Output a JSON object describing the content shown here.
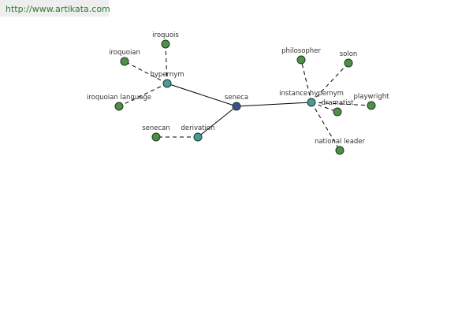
{
  "site_url": "http://www.artikata.com",
  "colors": {
    "leaf": "#4f8f4a",
    "relation": "#4a9a9a",
    "root": "#3a4f8f",
    "url_text": "#2e7d32"
  },
  "graph": {
    "nodes": [
      {
        "id": "seneca",
        "label": "seneca",
        "kind": "root"
      },
      {
        "id": "hypernym",
        "label": "hypernym",
        "kind": "relation"
      },
      {
        "id": "derivation",
        "label": "derivation",
        "kind": "relation"
      },
      {
        "id": "instance_hypernym",
        "label": "instance hypernym",
        "kind": "relation"
      },
      {
        "id": "iroquois",
        "label": "iroquois",
        "kind": "leaf"
      },
      {
        "id": "iroquoian",
        "label": "iroquoian",
        "kind": "leaf"
      },
      {
        "id": "iroquoian_language",
        "label": "iroquoian language",
        "kind": "leaf"
      },
      {
        "id": "senecan",
        "label": "senecan",
        "kind": "leaf"
      },
      {
        "id": "philosopher",
        "label": "philosopher",
        "kind": "leaf"
      },
      {
        "id": "solon",
        "label": "solon",
        "kind": "leaf"
      },
      {
        "id": "dramatist",
        "label": "dramatist",
        "kind": "leaf"
      },
      {
        "id": "playwright",
        "label": "playwright",
        "kind": "leaf"
      },
      {
        "id": "national_leader",
        "label": "national leader",
        "kind": "leaf"
      }
    ],
    "edges": [
      {
        "from": "seneca",
        "to": "hypernym",
        "style": "solid"
      },
      {
        "from": "seneca",
        "to": "derivation",
        "style": "solid"
      },
      {
        "from": "seneca",
        "to": "instance_hypernym",
        "style": "solid"
      },
      {
        "from": "hypernym",
        "to": "iroquois",
        "style": "dashed"
      },
      {
        "from": "hypernym",
        "to": "iroquoian",
        "style": "dashed"
      },
      {
        "from": "hypernym",
        "to": "iroquoian_language",
        "style": "dashed"
      },
      {
        "from": "derivation",
        "to": "senecan",
        "style": "dashed"
      },
      {
        "from": "instance_hypernym",
        "to": "philosopher",
        "style": "dashed"
      },
      {
        "from": "instance_hypernym",
        "to": "solon",
        "style": "dashed"
      },
      {
        "from": "instance_hypernym",
        "to": "dramatist",
        "style": "dashed"
      },
      {
        "from": "instance_hypernym",
        "to": "playwright",
        "style": "dashed"
      },
      {
        "from": "instance_hypernym",
        "to": "national_leader",
        "style": "dashed"
      }
    ]
  }
}
